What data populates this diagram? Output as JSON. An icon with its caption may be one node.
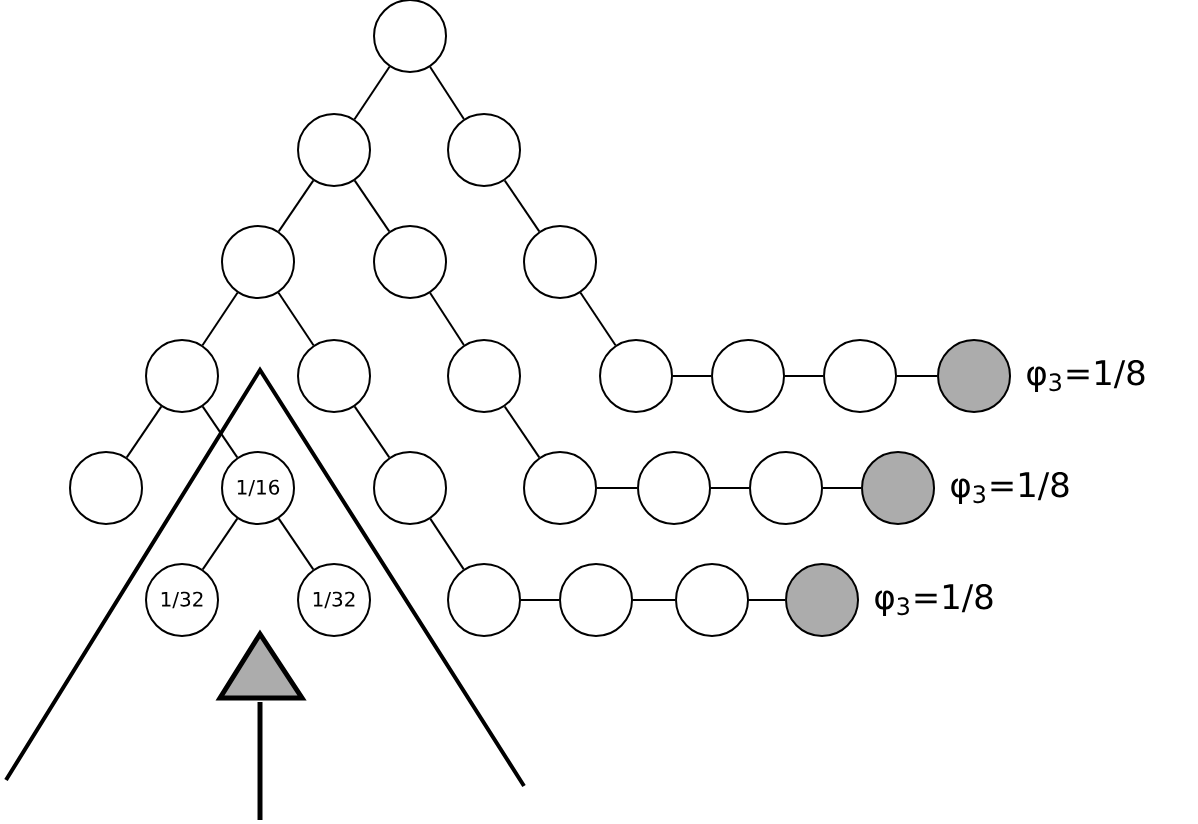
{
  "diagram": {
    "nodes": [
      {
        "text": [],
        "shape": "circle"
      },
      {
        "text": [],
        "shape": "circle"
      },
      {
        "text": [],
        "shape": "circle"
      },
      {
        "text": [],
        "shape": "circle"
      },
      {
        "text": [],
        "shape": "circle"
      },
      {
        "text": [],
        "shape": "circle"
      },
      {
        "text": [],
        "shape": "circle"
      },
      {
        "text": [],
        "shape": "circle"
      },
      {
        "text": [],
        "shape": "circle"
      },
      {
        "text": [],
        "shape": "circle"
      },
      {
        "text": [],
        "shape": "circle"
      },
      {
        "text": [],
        "shape": "circle"
      },
      {
        "text": [],
        "shape": "circle",
        "beside": [
          "φ$_{3}$=1/8"
        ]
      },
      {
        "text": [],
        "shape": "circle"
      },
      {
        "text": [
          "1/16"
        ]
      },
      {
        "text": [],
        "shape": "circle"
      },
      {
        "text": [],
        "shape": "circle"
      },
      {
        "text": [],
        "shape": "circle"
      },
      {
        "text": [],
        "shape": "circle"
      },
      {
        "text": [],
        "shape": "circle",
        "beside": [
          "φ$_{3}$=1/8"
        ]
      },
      {
        "text": [
          "1/32"
        ]
      },
      {
        "text": [
          "1/32"
        ]
      },
      {
        "text": [],
        "shape": "circle"
      },
      {
        "text": [],
        "shape": "circle"
      },
      {
        "text": [],
        "shape": "circle"
      },
      {
        "text": [],
        "shape": "circle",
        "beside": [
          "φ$_{3}$=1/8"
        ]
      }
    ],
    "edges": [
      {
        "from": 0,
        "to": 1,
        "arrow": "none"
      },
      {
        "from": 0,
        "to": 2,
        "arrow": "none"
      },
      {
        "from": 1,
        "to": 3,
        "arrow": "none"
      },
      {
        "from": 1,
        "to": 4,
        "arrow": "none"
      },
      {
        "from": 2,
        "to": 5,
        "arrow": "none"
      },
      {
        "from": 3,
        "to": 6,
        "arrow": "none"
      },
      {
        "from": 3,
        "to": 7,
        "arrow": "none"
      },
      {
        "from": 4,
        "to": 8,
        "arrow": "none"
      },
      {
        "from": 5,
        "to": 9,
        "arrow": "none"
      },
      {
        "from": 9,
        "to": 10,
        "arrow": "none"
      },
      {
        "from": 10,
        "to": 11,
        "arrow": "none"
      },
      {
        "from": 11,
        "to": 12,
        "arrow": "none"
      },
      {
        "from": 6,
        "to": 13,
        "arrow": "none"
      },
      {
        "from": 6,
        "to": 14,
        "arrow": "none"
      },
      {
        "from": 7,
        "to": 15,
        "arrow": "none"
      },
      {
        "from": 8,
        "to": 16,
        "arrow": "none"
      },
      {
        "from": 16,
        "to": 17,
        "arrow": "none"
      },
      {
        "from": 17,
        "to": 18,
        "arrow": "none"
      },
      {
        "from": 18,
        "to": 19,
        "arrow": "none"
      },
      {
        "from": 14,
        "to": 20,
        "arrow": "none"
      },
      {
        "from": 14,
        "to": 21,
        "arrow": "none"
      },
      {
        "from": 15,
        "to": 22,
        "arrow": "none"
      },
      {
        "from": 22,
        "to": 23,
        "arrow": "none"
      },
      {
        "from": 23,
        "to": 24,
        "arrow": "none"
      },
      {
        "from": 24,
        "to": 25,
        "arrow": "none"
      }
    ]
  }
}
